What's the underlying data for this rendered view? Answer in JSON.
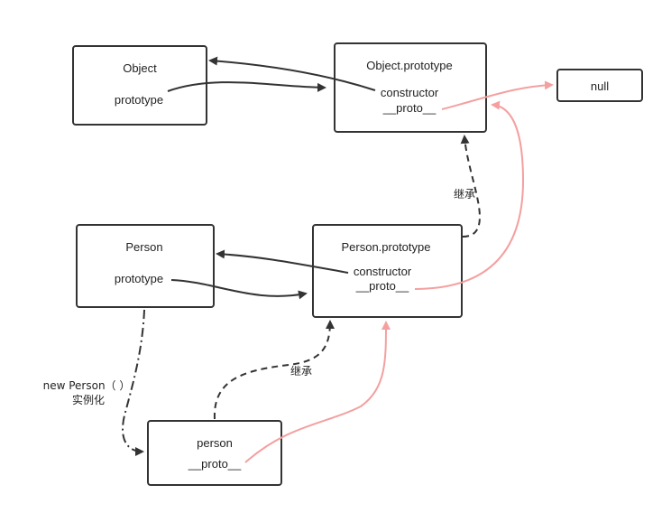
{
  "nodes": {
    "object": {
      "title": "Object",
      "prototype": "prototype"
    },
    "object_prototype": {
      "title": "Object.prototype",
      "constructor": "constructor",
      "proto": "__proto__"
    },
    "null_box": {
      "title": "null"
    },
    "person": {
      "title": "Person",
      "prototype": "prototype"
    },
    "person_prototype": {
      "title": "Person.prototype",
      "constructor": "constructor",
      "proto": "__proto__"
    },
    "person_instance": {
      "title": "person",
      "proto": "__proto__"
    }
  },
  "edge_labels": {
    "inherit_upper": "继承",
    "inherit_lower": "继承",
    "new_person": "new Person（ ）",
    "instantiate": "实例化"
  },
  "colors": {
    "line": "#333333",
    "proto_link": "#f4a0a0"
  }
}
